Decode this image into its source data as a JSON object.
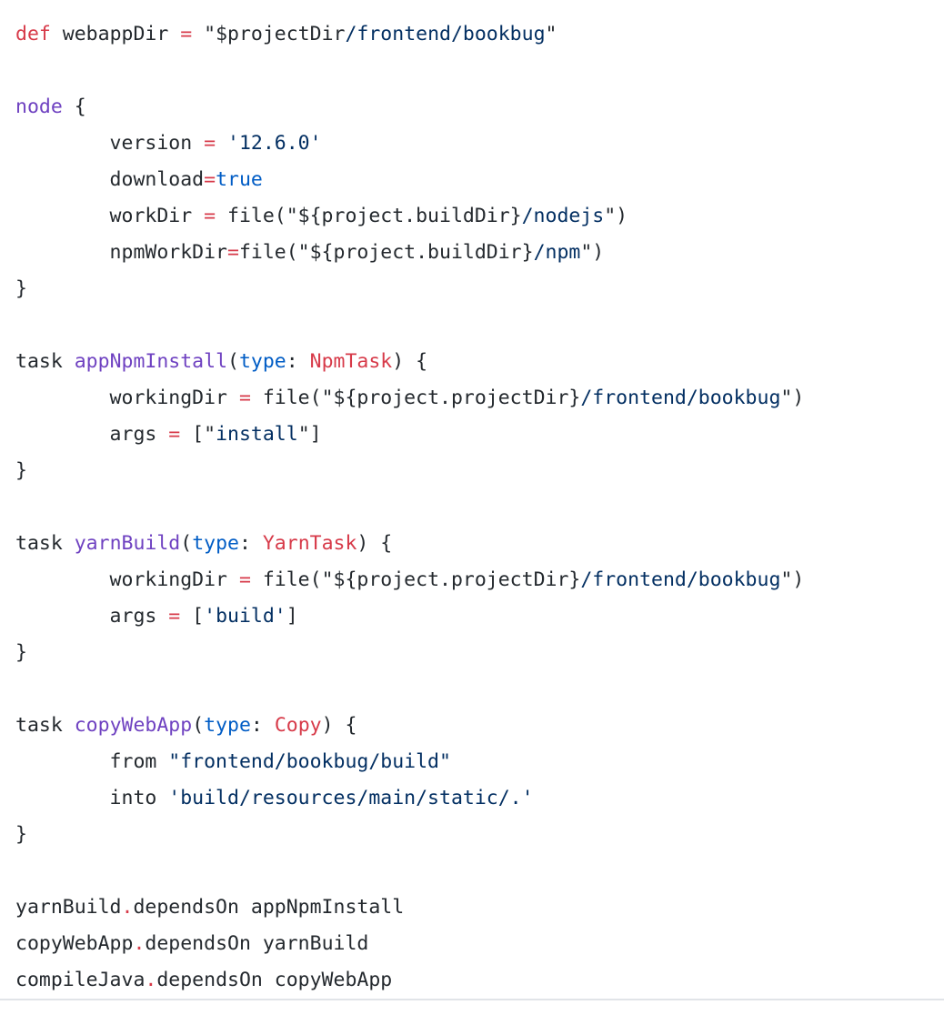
{
  "code_block": {
    "language": "groovy",
    "colors": {
      "plain": "#24292e",
      "keyword": "#d73a49",
      "entity": "#6f42c1",
      "constant": "#005cc5",
      "string": "#032f62",
      "border": "#e1e4e8"
    },
    "lines": [
      [
        [
          "k",
          "def"
        ],
        [
          "p",
          " webappDir "
        ],
        [
          "k",
          "="
        ],
        [
          "p",
          " \"$projectDir"
        ],
        [
          "s",
          "/frontend/bookbug"
        ],
        [
          "p",
          "\""
        ]
      ],
      [],
      [
        [
          "f",
          "node"
        ],
        [
          "p",
          " {"
        ]
      ],
      [
        [
          "p",
          "        version "
        ],
        [
          "k",
          "="
        ],
        [
          "p",
          " "
        ],
        [
          "s",
          "'12.6.0'"
        ]
      ],
      [
        [
          "p",
          "        download"
        ],
        [
          "k",
          "="
        ],
        [
          "c",
          "true"
        ]
      ],
      [
        [
          "p",
          "        workDir "
        ],
        [
          "k",
          "="
        ],
        [
          "p",
          " file(\"${project.buildDir}"
        ],
        [
          "s",
          "/nodejs"
        ],
        [
          "p",
          "\")"
        ]
      ],
      [
        [
          "p",
          "        npmWorkDir"
        ],
        [
          "k",
          "="
        ],
        [
          "p",
          "file(\"${project.buildDir}"
        ],
        [
          "s",
          "/npm"
        ],
        [
          "p",
          "\")"
        ]
      ],
      [
        [
          "p",
          "}"
        ]
      ],
      [],
      [
        [
          "p",
          "task "
        ],
        [
          "f",
          "appNpmInstall"
        ],
        [
          "p",
          "("
        ],
        [
          "c",
          "type"
        ],
        [
          "p",
          ": "
        ],
        [
          "t",
          "NpmTask"
        ],
        [
          "p",
          ") {"
        ]
      ],
      [
        [
          "p",
          "        workingDir "
        ],
        [
          "k",
          "="
        ],
        [
          "p",
          " file(\"${project.projectDir}"
        ],
        [
          "s",
          "/frontend/bookbug"
        ],
        [
          "p",
          "\")"
        ]
      ],
      [
        [
          "p",
          "        args "
        ],
        [
          "k",
          "="
        ],
        [
          "p",
          " [\""
        ],
        [
          "s",
          "install"
        ],
        [
          "p",
          "\"]"
        ]
      ],
      [
        [
          "p",
          "}"
        ]
      ],
      [],
      [
        [
          "p",
          "task "
        ],
        [
          "f",
          "yarnBuild"
        ],
        [
          "p",
          "("
        ],
        [
          "c",
          "type"
        ],
        [
          "p",
          ": "
        ],
        [
          "t",
          "YarnTask"
        ],
        [
          "p",
          ") {"
        ]
      ],
      [
        [
          "p",
          "        workingDir "
        ],
        [
          "k",
          "="
        ],
        [
          "p",
          " file(\"${project.projectDir}"
        ],
        [
          "s",
          "/frontend/bookbug"
        ],
        [
          "p",
          "\")"
        ]
      ],
      [
        [
          "p",
          "        args "
        ],
        [
          "k",
          "="
        ],
        [
          "p",
          " ["
        ],
        [
          "s",
          "'build'"
        ],
        [
          "p",
          "]"
        ]
      ],
      [
        [
          "p",
          "}"
        ]
      ],
      [],
      [
        [
          "p",
          "task "
        ],
        [
          "f",
          "copyWebApp"
        ],
        [
          "p",
          "("
        ],
        [
          "c",
          "type"
        ],
        [
          "p",
          ": "
        ],
        [
          "t",
          "Copy"
        ],
        [
          "p",
          ") {"
        ]
      ],
      [
        [
          "p",
          "        from "
        ],
        [
          "s",
          "\"frontend/bookbug/build\""
        ]
      ],
      [
        [
          "p",
          "        into "
        ],
        [
          "s",
          "'build/resources/main/static/.'"
        ]
      ],
      [
        [
          "p",
          "}"
        ]
      ],
      [],
      [
        [
          "p",
          "yarnBuild"
        ],
        [
          "k",
          "."
        ],
        [
          "p",
          "dependsOn appNpmInstall"
        ]
      ],
      [
        [
          "p",
          "copyWebApp"
        ],
        [
          "k",
          "."
        ],
        [
          "p",
          "dependsOn yarnBuild"
        ]
      ],
      [
        [
          "p",
          "compileJava"
        ],
        [
          "k",
          "."
        ],
        [
          "p",
          "dependsOn copyWebApp"
        ]
      ]
    ]
  }
}
